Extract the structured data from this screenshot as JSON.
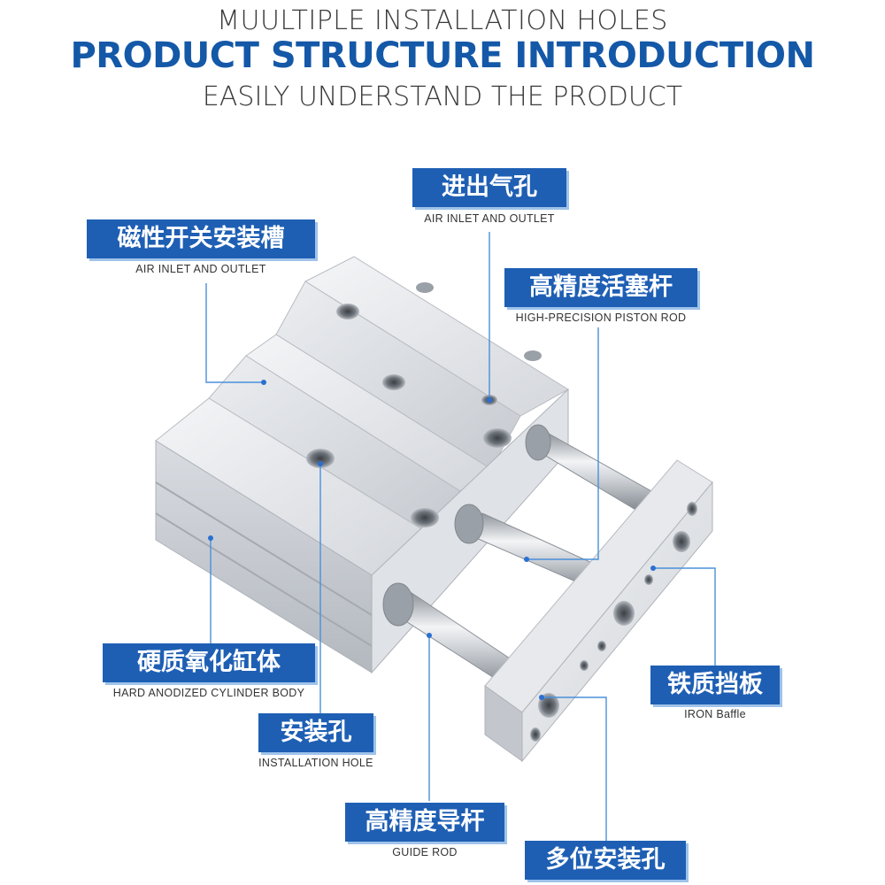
{
  "header": {
    "line1": "MUULTIPLE INSTALLATION HOLES",
    "line2": "PRODUCT STRUCTURE INTRODUCTION",
    "line3": "EASILY UNDERSTAND THE PRODUCT"
  },
  "callouts": {
    "air_port": {
      "cn": "进出气孔",
      "en": "AIR INLET AND OUTLET"
    },
    "switch_slot": {
      "cn": "磁性开关安装槽",
      "en": "AIR INLET AND OUTLET"
    },
    "piston_rod": {
      "cn": "高精度活塞杆",
      "en": "HIGH-PRECISION PISTON ROD"
    },
    "cylinder_body": {
      "cn": "硬质氧化缸体",
      "en": "HARD ANODIZED CYLINDER BODY"
    },
    "install_hole": {
      "cn": "安装孔",
      "en": "INSTALLATION HOLE"
    },
    "iron_baffle": {
      "cn": "铁质挡板",
      "en": "IRON Baffle"
    },
    "guide_rod": {
      "cn": "高精度导杆",
      "en": "GUIDE ROD"
    },
    "multi_hole": {
      "cn": "多位安装孔",
      "en": ""
    }
  },
  "colors": {
    "accent": "#1e5fb4",
    "title": "#1458a8",
    "leader_line": "#4a90d9"
  }
}
